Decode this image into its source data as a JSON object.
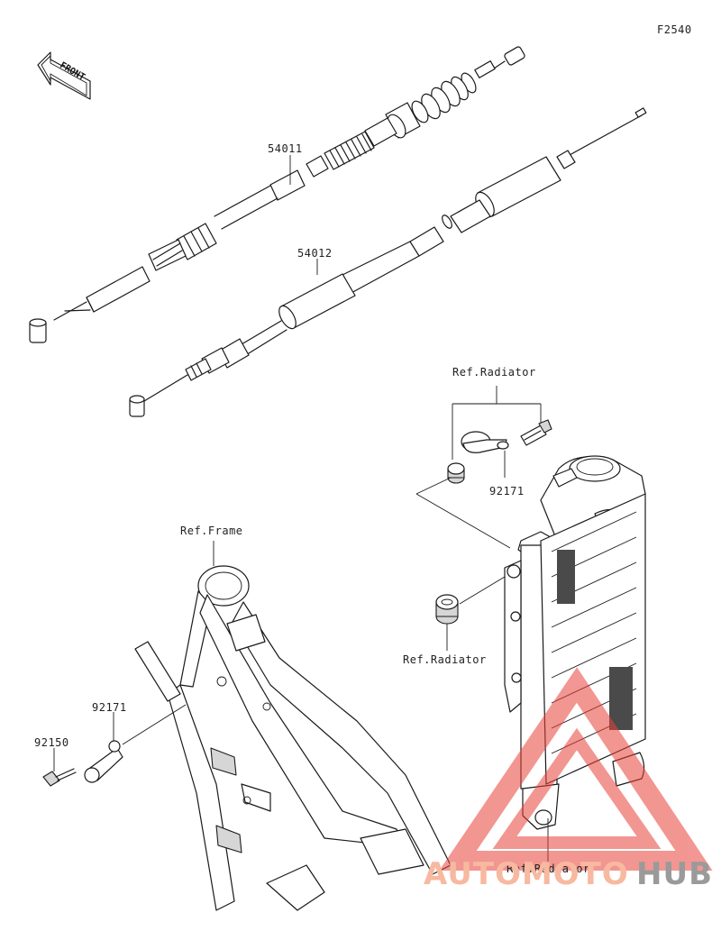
{
  "figure_code": "F2540",
  "front_badge": "FRONT",
  "parts": {
    "clutch_cable": "54011",
    "throttle_cable": "54012",
    "clamp_top": "92171",
    "clamp_left": "92171",
    "bolt": "92150"
  },
  "refs": {
    "radiator_top": "Ref.Radiator",
    "radiator_mid": "Ref.Radiator",
    "radiator_bottom": "Ref.Radiator",
    "frame": "Ref.Frame"
  },
  "watermark": {
    "part1": "AUTOMOTO",
    "part2": "HUB",
    "color1": "#f7b9a0",
    "color2": "#9a9a9a",
    "triangle_color": "#e8413a"
  }
}
